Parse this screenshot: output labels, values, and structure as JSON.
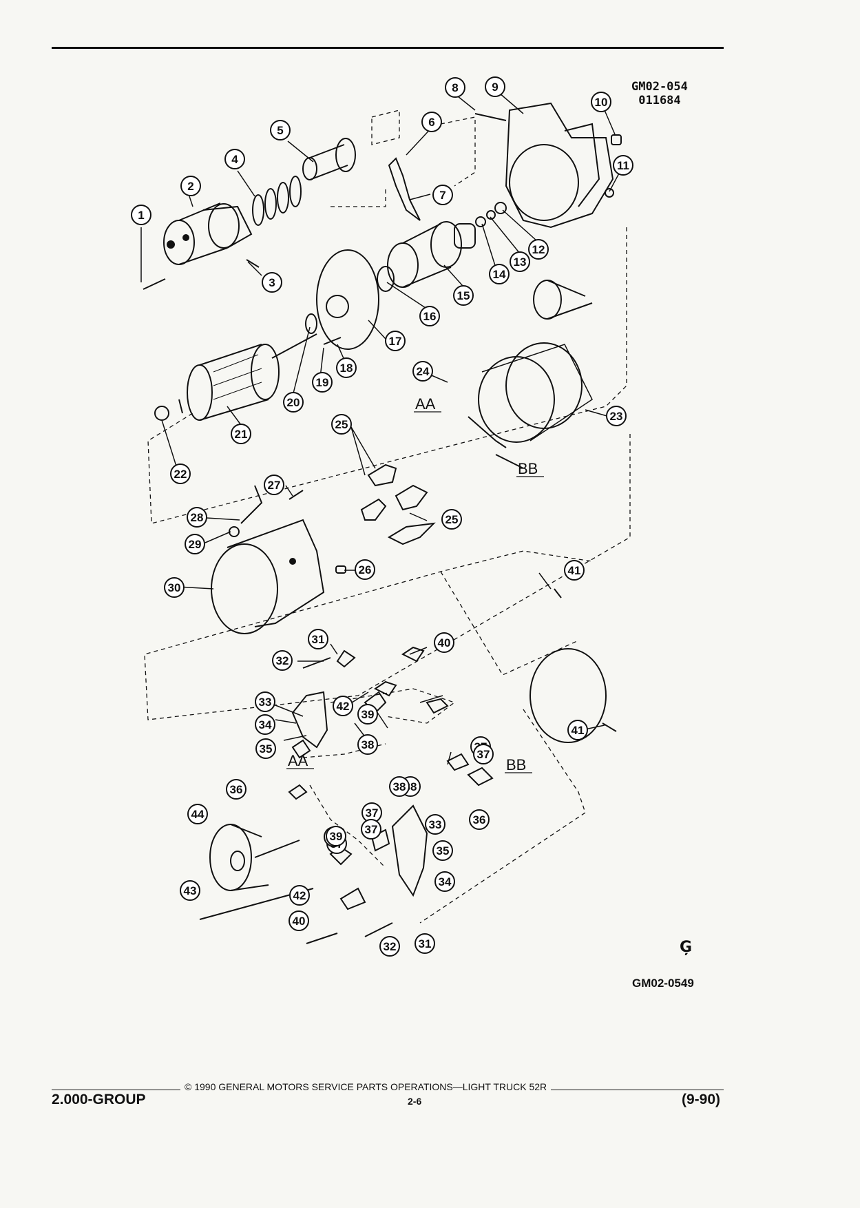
{
  "figure": {
    "id_line1": "GM02-054",
    "id_line2": "011684",
    "code": "GM02-0549",
    "logo_glyph": "Ģ"
  },
  "callouts": [
    "1",
    "2",
    "3",
    "4",
    "5",
    "6",
    "7",
    "8",
    "9",
    "10",
    "11",
    "12",
    "13",
    "14",
    "15",
    "16",
    "17",
    "18",
    "19",
    "20",
    "21",
    "22",
    "23",
    "24",
    "25",
    "25",
    "26",
    "27",
    "28",
    "29",
    "30",
    "31",
    "32",
    "33",
    "34",
    "35",
    "36",
    "37",
    "38",
    "39",
    "40",
    "41",
    "41",
    "42",
    "36",
    "37",
    "38",
    "42",
    "40",
    "32",
    "31",
    "37",
    "39",
    "44",
    "43",
    "37",
    "38",
    "33",
    "35",
    "34",
    "37",
    "39"
  ],
  "references": [
    "AA",
    "BB",
    "AA",
    "BB"
  ],
  "footer": {
    "copyright": "© 1990 GENERAL MOTORS SERVICE PARTS OPERATIONS—LIGHT TRUCK 52R",
    "group": "2.000-GROUP",
    "page": "2-6",
    "date": "(9-90)"
  }
}
